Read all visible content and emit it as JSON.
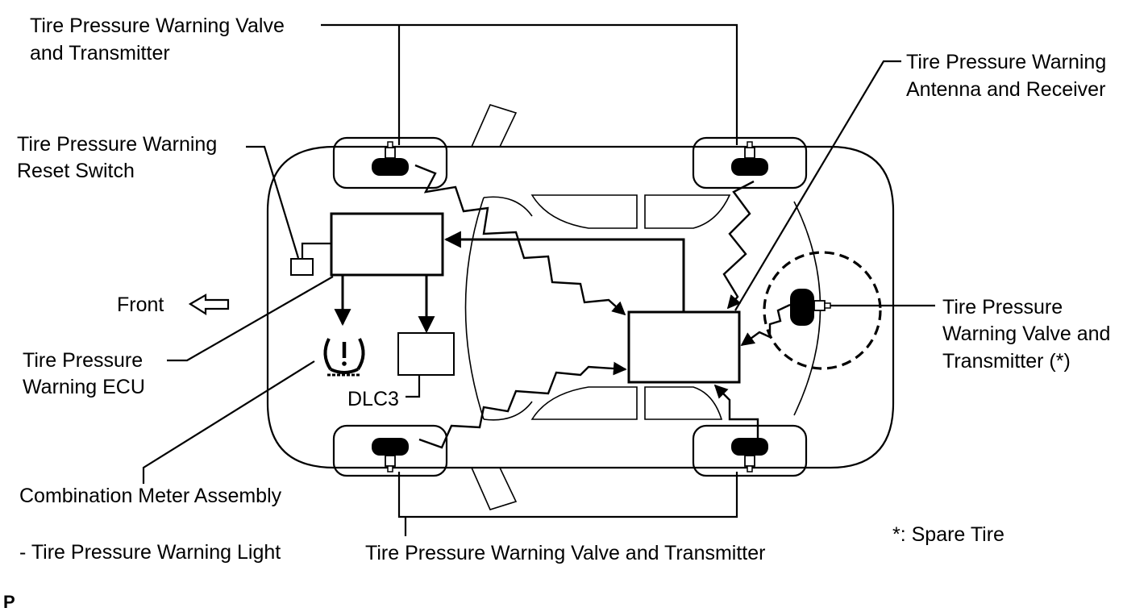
{
  "labels": {
    "valve_top_line1": "Tire Pressure Warning Valve",
    "valve_top_line2": "and Transmitter",
    "antenna_line1": "Tire Pressure Warning",
    "antenna_line2": "Antenna and Receiver",
    "reset_line1": "Tire Pressure Warning",
    "reset_line2": "Reset Switch",
    "front": "Front",
    "ecu_line1": "Tire Pressure",
    "ecu_line2": "Warning ECU",
    "dlc3": "DLC3",
    "spare_line1": "Tire Pressure",
    "spare_line2": "Warning Valve and",
    "spare_line3": "Transmitter (*)",
    "meter": "Combination Meter Assembly",
    "warning_light": "- Tire Pressure Warning Light",
    "valve_bottom": "Tire Pressure Warning Valve and Transmitter",
    "footnote": "*: Spare Tire",
    "corner_mark": "P"
  },
  "icons": {
    "warning_light": "tpms-warning-icon",
    "front_arrow": "front-arrow-icon",
    "valve": "tire-valve-icon"
  },
  "colors": {
    "line": "#000000",
    "background": "#ffffff"
  }
}
